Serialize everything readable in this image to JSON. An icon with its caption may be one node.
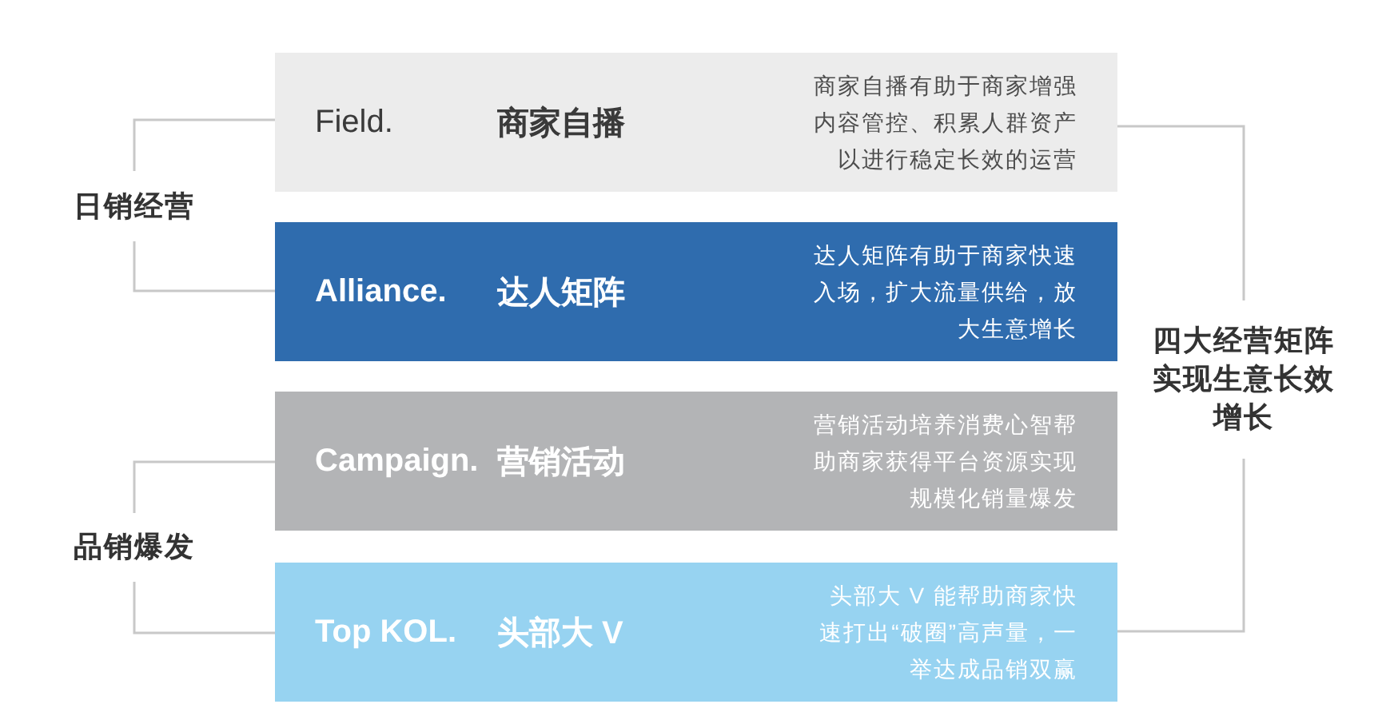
{
  "diagram": {
    "nodes": [
      {
        "text": [
          "Field.",
          "商家自播",
          "商家自播有助于商家增强内容管控、积累人群资产以进行稳定长效的运营"
        ]
      },
      {
        "text": [
          "Alliance.",
          "达人矩阵",
          "达人矩阵有助于商家快速入场，扩大流量供给，放大生意增长"
        ]
      },
      {
        "text": [
          "Campaign.",
          "营销活动",
          "营销活动培养消费心智帮助商家获得平台资源实现规模化销量爆发"
        ]
      },
      {
        "text": [
          "Top KOL.",
          "头部大 V",
          "头部大 V 能帮助商家快速打出“破圈”高声量，一举达成品销双赢"
        ]
      }
    ],
    "labels": [
      "日销经营",
      "品销爆发",
      "四大经营矩阵实现生意长效增长"
    ]
  }
}
